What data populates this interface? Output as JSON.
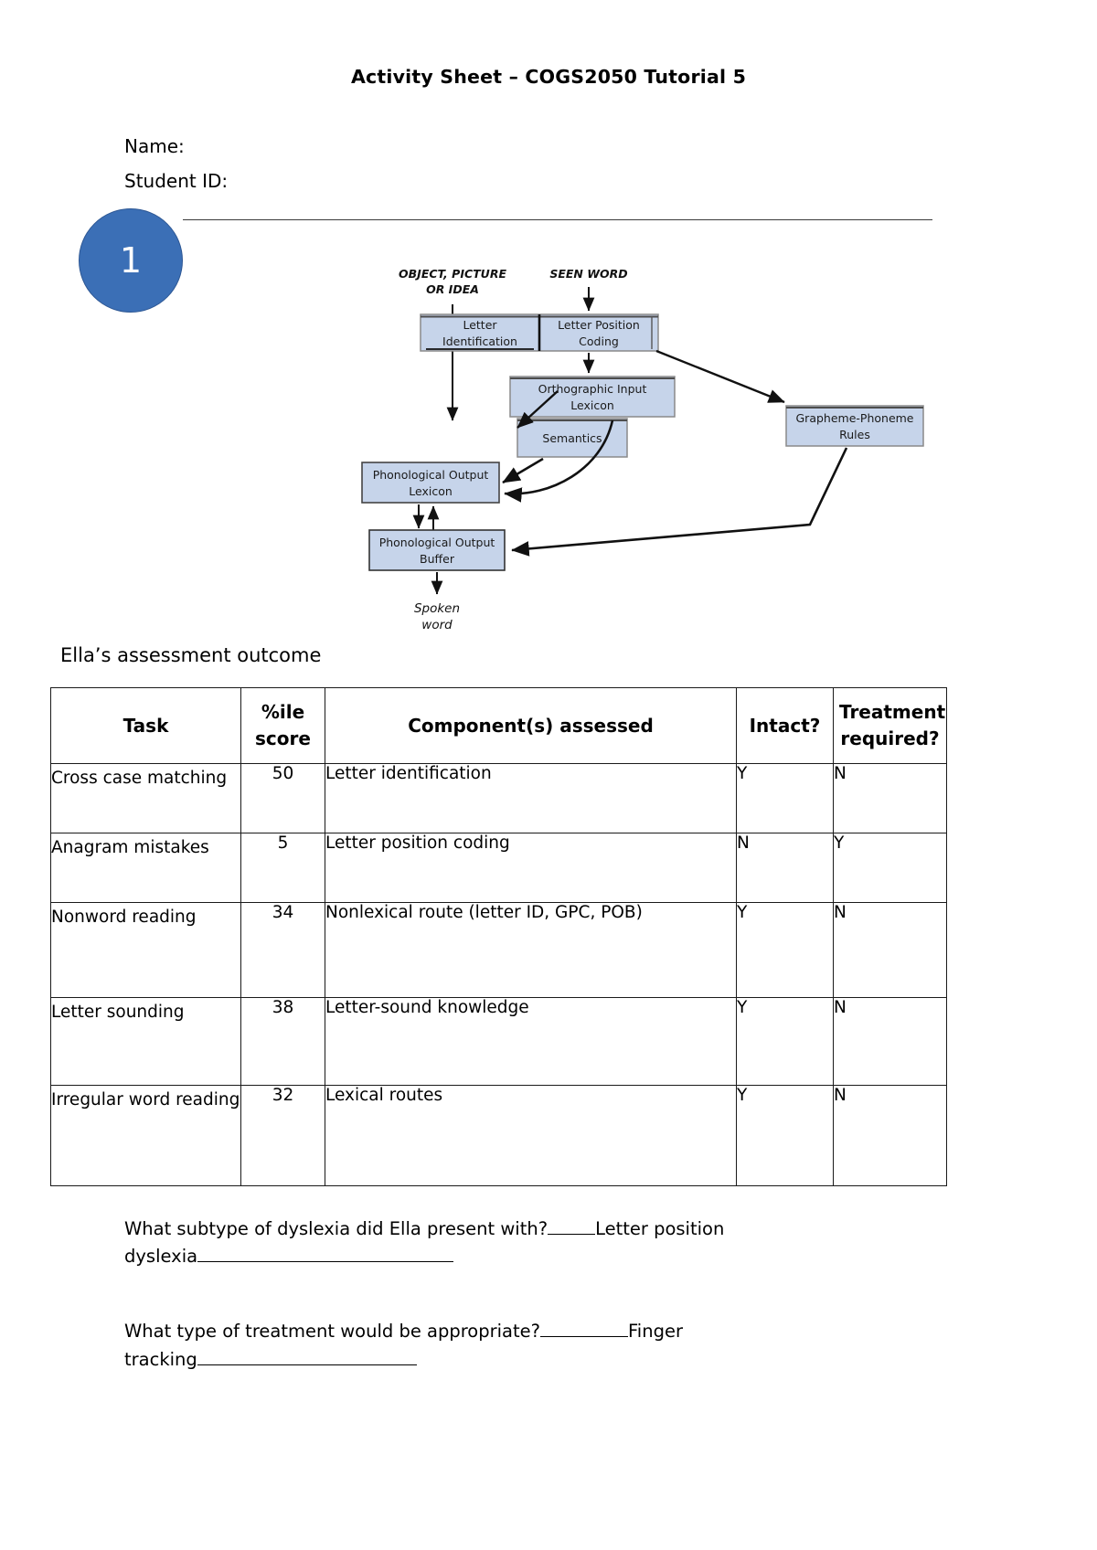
{
  "document": {
    "title": "Activity Sheet – COGS2050 Tutorial 5",
    "fields": {
      "name_label": "Name:",
      "student_id_label": "Student ID:"
    },
    "question_number": "1"
  },
  "diagram": {
    "name": "dual-route-reading-model",
    "box_fill": "#C6D4EA",
    "box_stroke": "#7f7f7f",
    "inputs": [
      {
        "id": "object-picture-idea",
        "line1": "OBJECT, PICTURE",
        "line2": "OR IDEA"
      },
      {
        "id": "seen-word",
        "line1": "SEEN WORD",
        "line2": ""
      }
    ],
    "boxes": [
      {
        "id": "letter-identification",
        "line1": "Letter",
        "line2": "Identification"
      },
      {
        "id": "letter-position-coding",
        "line1": "Letter Position",
        "line2": "Coding"
      },
      {
        "id": "orthographic-input-lexicon",
        "line1": "Orthographic Input",
        "line2": "Lexicon"
      },
      {
        "id": "grapheme-phoneme-rules",
        "line1": "Grapheme-Phoneme",
        "line2": "Rules"
      },
      {
        "id": "semantics",
        "line1": "Semantics",
        "line2": ""
      },
      {
        "id": "phonological-output-lexicon",
        "line1": "Phonological Output",
        "line2": "Lexicon"
      },
      {
        "id": "phonological-output-buffer",
        "line1": "Phonological Output",
        "line2": "Buffer"
      }
    ],
    "output": {
      "id": "spoken-word",
      "line1": "Spoken",
      "line2": "word"
    }
  },
  "section": {
    "heading": "Ella’s assessment outcome"
  },
  "table": {
    "headers": [
      {
        "line1": "Task",
        "line2": ""
      },
      {
        "line1": "%ile",
        "line2": "score"
      },
      {
        "line1": "Component(s) assessed",
        "line2": ""
      },
      {
        "line1": "Intact?",
        "line2": ""
      },
      {
        "line1": "Treatment",
        "line2": "required?"
      }
    ],
    "rows": [
      {
        "task": "Cross case matching",
        "score": "50",
        "component": "Letter identification",
        "intact": "Y",
        "treatment": "N"
      },
      {
        "task": "Anagram mistakes",
        "score": "5",
        "component": "Letter position coding",
        "intact": "N",
        "treatment": "Y"
      },
      {
        "task": "Nonword reading",
        "score": "34",
        "component": "Nonlexical route (letter ID, GPC, POB)",
        "intact": "Y",
        "treatment": "N"
      },
      {
        "task": "Letter sounding",
        "score": "38",
        "component": "Letter-sound knowledge",
        "intact": "Y",
        "treatment": "N"
      },
      {
        "task": "Irregular word reading",
        "score": "32",
        "component": "Lexical routes",
        "intact": "Y",
        "treatment": "N"
      }
    ]
  },
  "questions": [
    {
      "id": "dyslexia-subtype",
      "prompt": "What subtype of dyslexia did Ella present with?",
      "answer_part1": "Letter position",
      "answer_part2": "dyslexia"
    },
    {
      "id": "treatment-type",
      "prompt": "What type of treatment would be appropriate?",
      "answer_part1": "Finger",
      "answer_part2": "tracking"
    }
  ]
}
